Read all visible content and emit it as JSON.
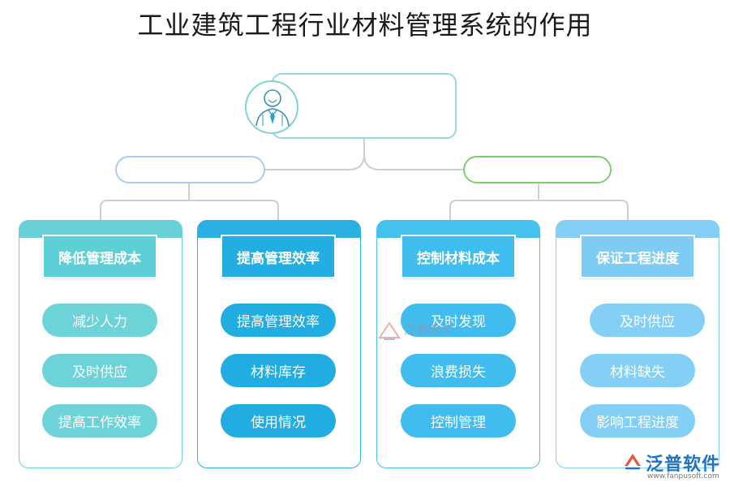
{
  "title": "工业建筑工程行业材料管理系统的作用",
  "root": {
    "icon": "businessman-icon"
  },
  "categories": [
    {
      "label": "降低管理成本",
      "items": [
        "减少人力",
        "及时供应",
        "提高工作效率"
      ]
    },
    {
      "label": "提高管理效率",
      "items": [
        "提高管理效率",
        "材料库存",
        "使用情况"
      ]
    },
    {
      "label": "控制材料成本",
      "items": [
        "及时发现",
        "浪费损失",
        "控制管理"
      ]
    },
    {
      "label": "保证工程进度",
      "items": [
        "及时供应",
        "材料缺失",
        "影响工程进度"
      ]
    }
  ],
  "watermark": {
    "text": "泛普软件",
    "icon": "fanpu-logo-icon"
  },
  "logo": {
    "name": "泛普软件",
    "url": "www.fanpusoft.com",
    "icon": "fanpu-logo-icon"
  },
  "colors": {
    "teal": "#5fcfd7",
    "blue": "#23aee3",
    "sky": "#3fbdee",
    "light_blue": "#7ecbf4",
    "green": "#7ccf6a",
    "connector": "#c9cfd6"
  }
}
